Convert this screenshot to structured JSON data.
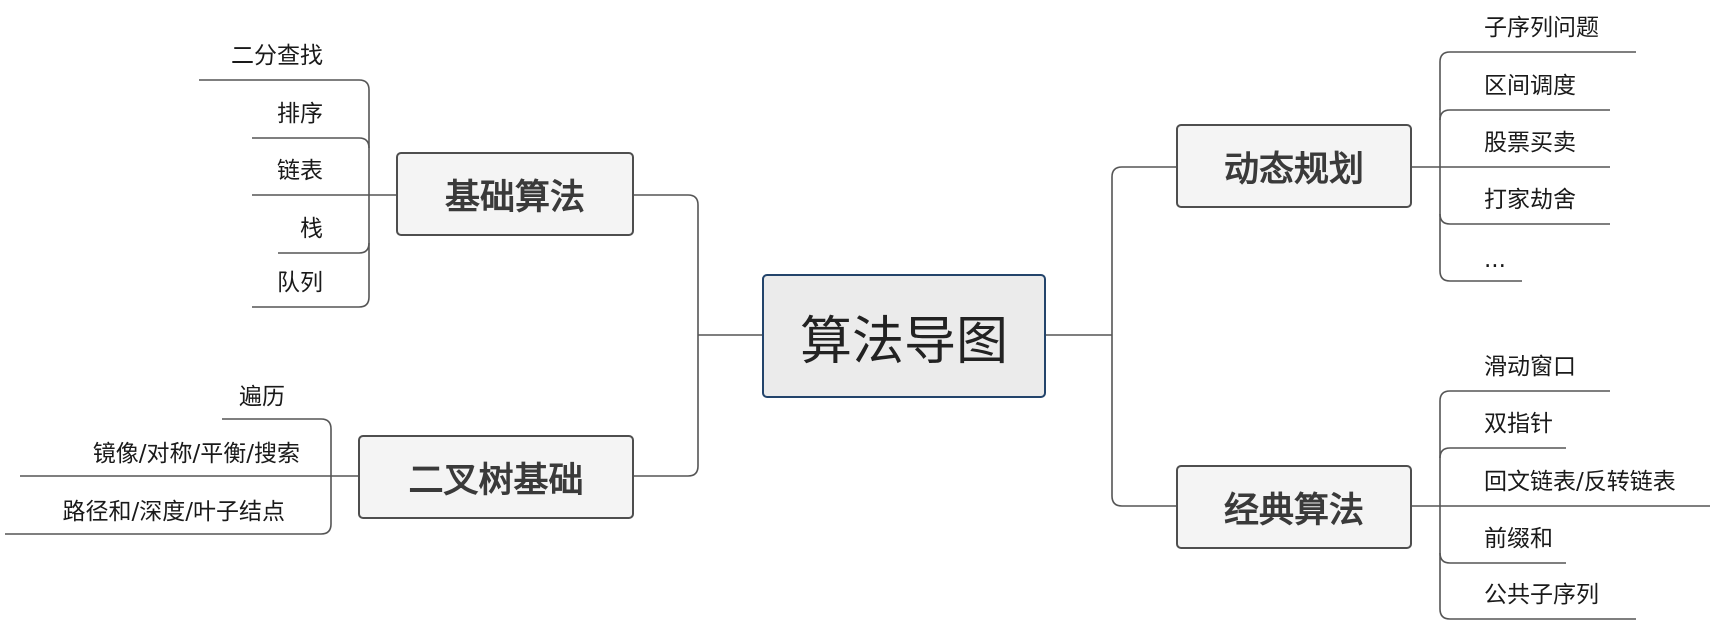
{
  "root": "算法导图",
  "branches": {
    "basic": {
      "title": "基础算法",
      "items": [
        "二分查找",
        "排序",
        "链表",
        "栈",
        "队列"
      ]
    },
    "tree": {
      "title": "二叉树基础",
      "items": [
        "遍历",
        "镜像/对称/平衡/搜索",
        "路径和/深度/叶子结点"
      ]
    },
    "dp": {
      "title": "动态规划",
      "items": [
        "子序列问题",
        "区间调度",
        "股票买卖",
        "打家劫舍",
        "..."
      ]
    },
    "classic": {
      "title": "经典算法",
      "items": [
        "滑动窗口",
        "双指针",
        "回文链表/反转链表",
        "前缀和",
        "公共子序列"
      ]
    }
  },
  "colors": {
    "line": "#555555",
    "node_border": "#4e4e4e",
    "root_border": "#23446b",
    "node_fill": "#f4f4f4",
    "root_fill": "#ebebeb"
  }
}
